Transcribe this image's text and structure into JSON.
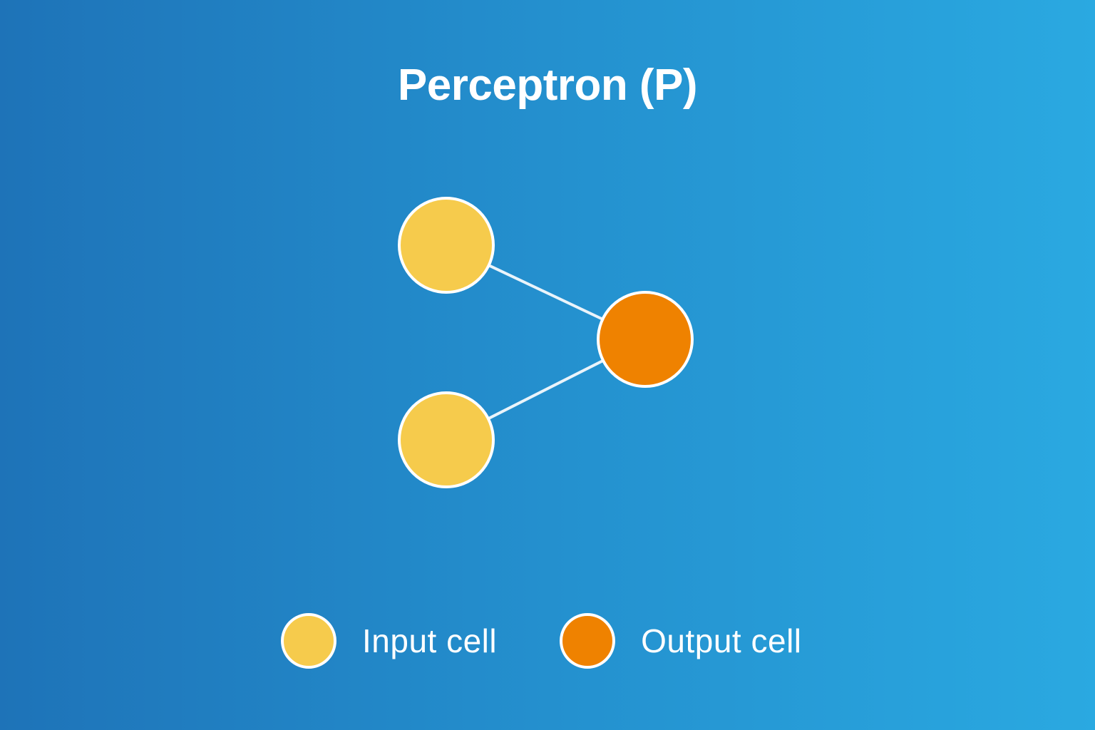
{
  "title": "Perceptron (P)",
  "diagram": {
    "nodes": [
      {
        "id": "input-1",
        "type": "input"
      },
      {
        "id": "input-2",
        "type": "input"
      },
      {
        "id": "output-1",
        "type": "output"
      }
    ],
    "edges": [
      {
        "from": "input-1",
        "to": "output-1"
      },
      {
        "from": "input-2",
        "to": "output-1"
      }
    ]
  },
  "legend": {
    "items": [
      {
        "label": "Input cell"
      },
      {
        "label": "Output cell"
      }
    ]
  },
  "colors": {
    "background_left": "#1E73B8",
    "background_mid": "#2491CF",
    "background_right": "#2AA9E1",
    "input_cell": "#F6CB4C",
    "output_cell": "#EF8200",
    "node_border": "#FFFFFF",
    "edge_line": "#EAF4FB",
    "text": "#FFFFFF"
  }
}
